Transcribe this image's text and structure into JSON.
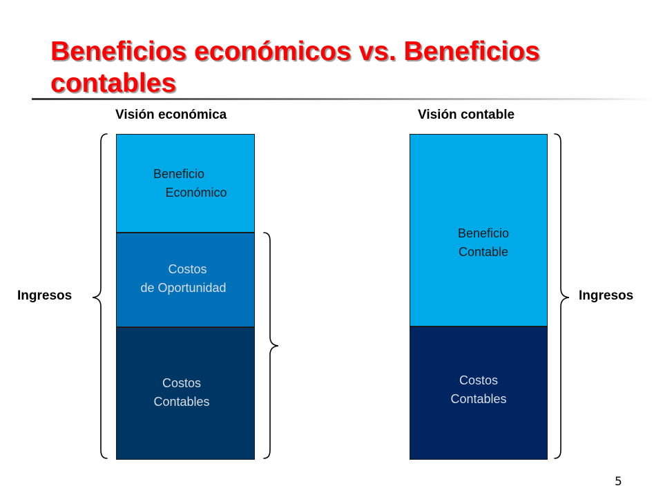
{
  "slide": {
    "title_line1": "Beneficios económicos vs. Beneficios",
    "title_line2": "contables",
    "page_number": "5"
  },
  "economic_view": {
    "header": "Visión económica",
    "side_label": "Ingresos",
    "segments": [
      {
        "line1": "Beneficio",
        "line2": "Económico",
        "color": "#00a9e8"
      },
      {
        "line1": "Costos",
        "line2": "de Oportunidad",
        "color": "#0070b8"
      },
      {
        "line1": "Costos",
        "line2": "Contables",
        "color": "#003664"
      }
    ]
  },
  "accounting_view": {
    "header": "Visión contable",
    "side_label": "Ingresos",
    "segments": [
      {
        "line1": "Beneficio",
        "line2": "Contable",
        "color": "#00a9e8"
      },
      {
        "line1": "Costos",
        "line2": "Contables",
        "color": "#002560"
      }
    ]
  },
  "colors": {
    "title": "#ff0000",
    "light_text": "#1a1a1a",
    "dark_text": "#d8dde6"
  }
}
